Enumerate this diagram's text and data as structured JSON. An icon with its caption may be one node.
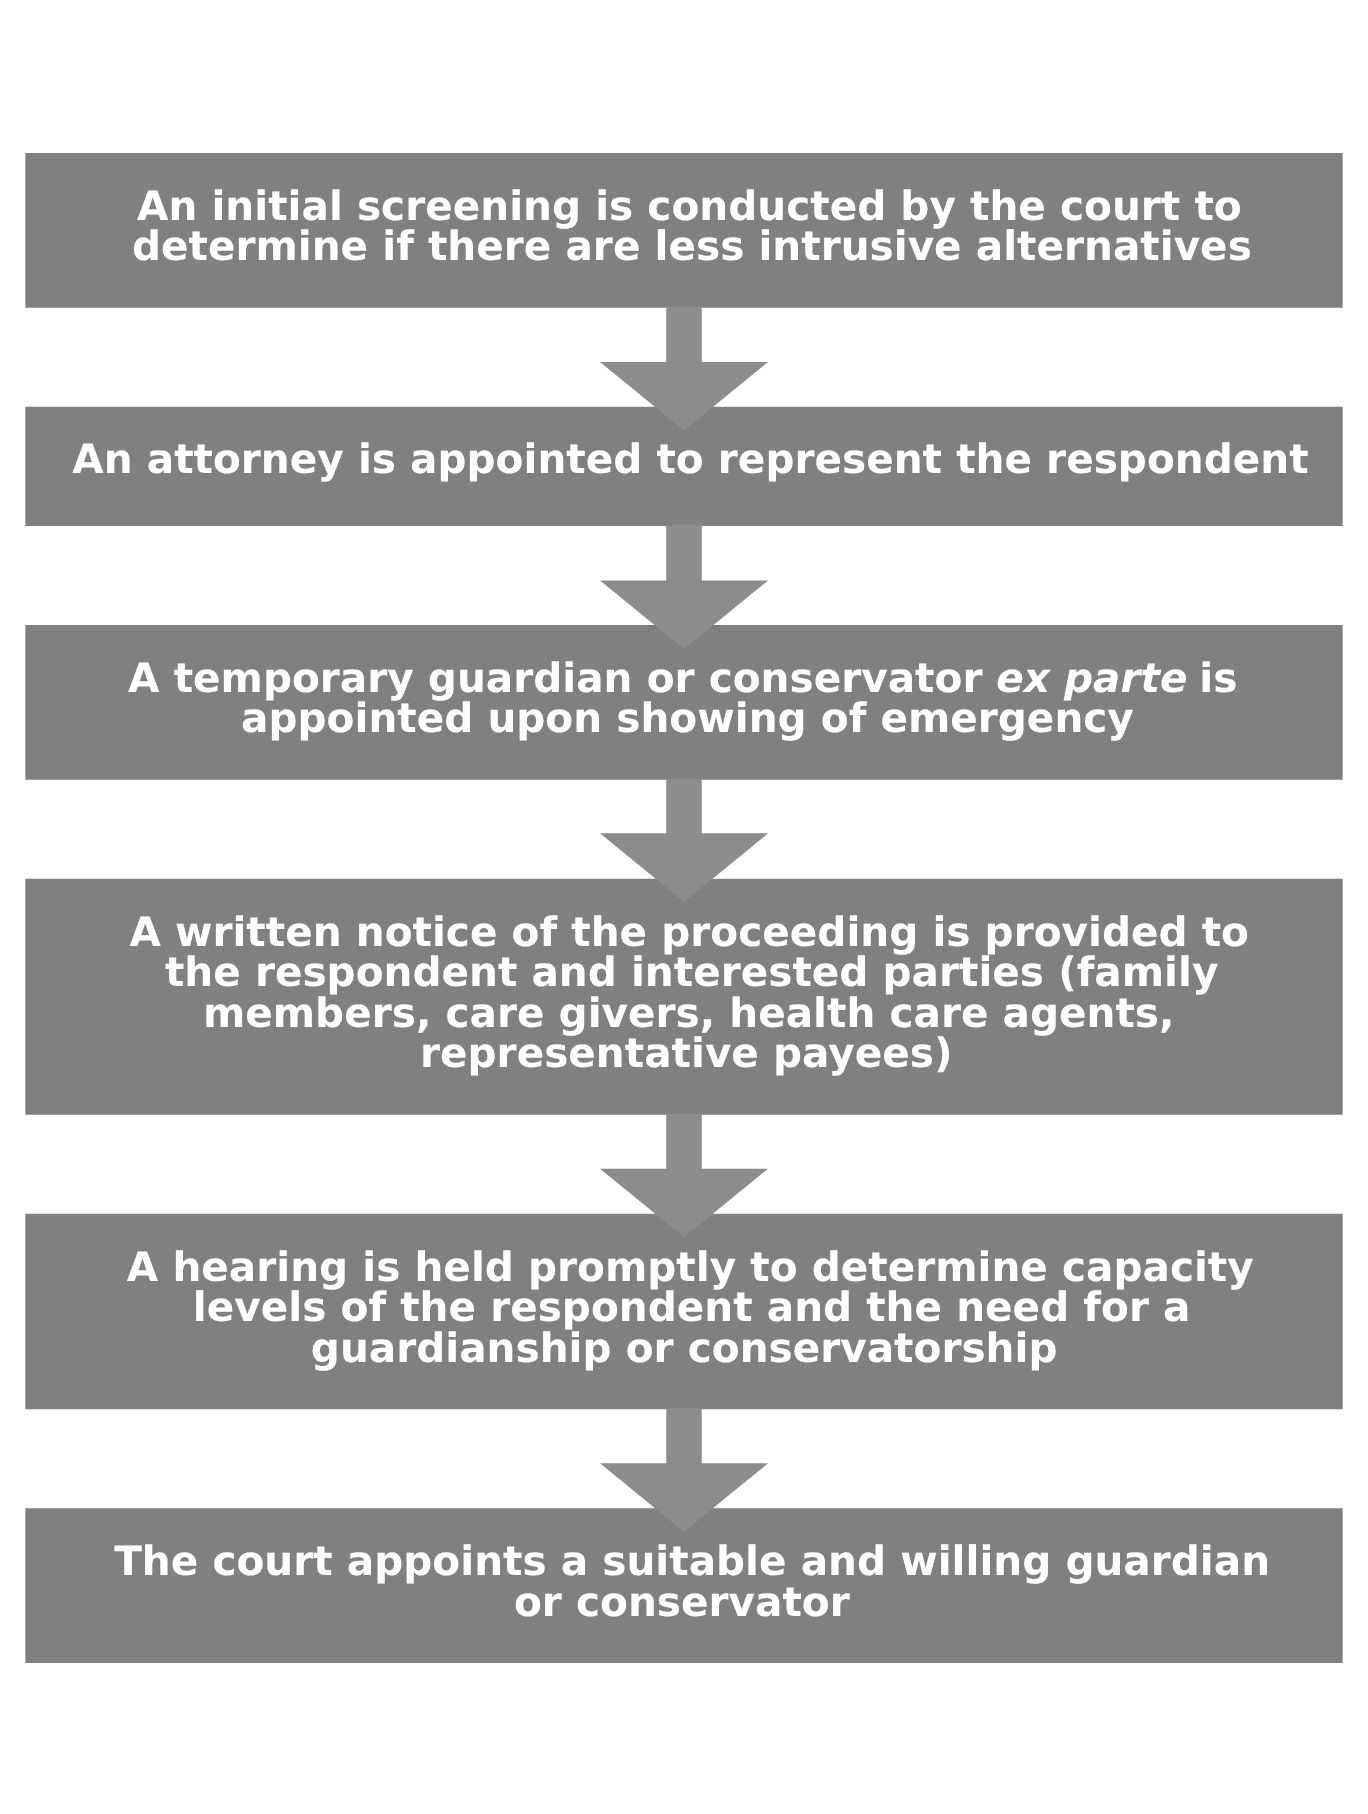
{
  "diagram": {
    "nodes": [
      {
        "text": [
          "An initial screening is conducted by the court to determine if there are less intrusive alternatives"
        ]
      },
      {
        "text": [
          "An attorney is appointed to represent the respondent"
        ]
      },
      {
        "text": [
          "A temporary guardian or conservator *ex parte* is appointed upon showing of emergency"
        ]
      },
      {
        "text": [
          "A written notice of the proceeding is provided to the respondent and interested parties (family members, care givers, health care agents, representative payees)"
        ]
      },
      {
        "text": [
          "A hearing is held promptly to determine capacity levels of the respondent and the need for a guardianship or conservatorship"
        ]
      },
      {
        "text": [
          "The court appoints a suitable and willing guardian or conservator"
        ]
      }
    ],
    "edges": [
      {
        "from": 0,
        "to": 1,
        "arrow": "to"
      },
      {
        "from": 1,
        "to": 2,
        "arrow": "to"
      },
      {
        "from": 2,
        "to": 3,
        "arrow": "to"
      },
      {
        "from": 3,
        "to": 4,
        "arrow": "to"
      },
      {
        "from": 4,
        "to": 5,
        "arrow": "to"
      }
    ]
  }
}
